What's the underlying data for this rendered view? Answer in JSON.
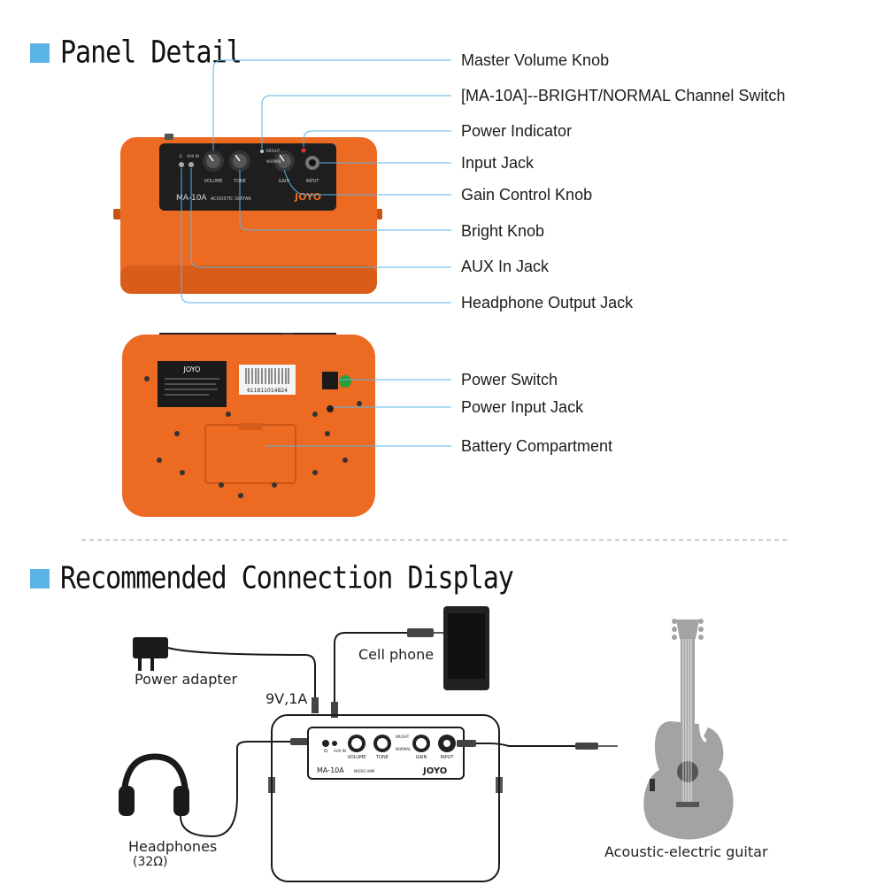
{
  "sections": {
    "panel_title": "Panel Detail",
    "connection_title": "Recommended Connection Display"
  },
  "callouts": {
    "master_volume": "Master Volume Knob",
    "channel_switch": "[MA-10A]--BRIGHT/NORMAL Channel Switch",
    "power_indicator": "Power Indicator",
    "input_jack": "Input Jack",
    "gain_knob": "Gain Control Knob",
    "bright_knob": "Bright Knob",
    "aux_in": "AUX In Jack",
    "headphone_out": "Headphone Output Jack",
    "power_switch": "Power Switch",
    "power_input": "Power Input Jack",
    "battery": "Battery Compartment"
  },
  "amp_front": {
    "model": "MA-10A",
    "model_sub": "ACOUSTIC GUITAR",
    "brand": "JOYO",
    "labels": [
      "VOLUME",
      "TONE",
      "GAIN",
      "INPUT"
    ],
    "switch_labels": [
      "BRIGHT",
      "NORMAL"
    ],
    "left_labels": [
      "Ω",
      "AUX IN"
    ]
  },
  "amp_back": {
    "brand": "JOYO",
    "barcode_number": "611811014824"
  },
  "connection": {
    "power_adapter": "Power adapter",
    "power_spec": "9V,1A",
    "cell_phone": "Cell phone",
    "headphones": "Headphones",
    "headphones_impedance": "(32Ω)",
    "guitar": "Acoustic-electric guitar",
    "amp_model": "MA-10A",
    "amp_sub": "MICRO AMP",
    "amp_brand": "JOYO",
    "amp_labels": [
      "VOLUME",
      "TONE",
      "GAIN",
      "INPUT"
    ],
    "amp_switch_labels": [
      "BRIGHT",
      "NORMAL"
    ],
    "amp_left_labels": [
      "Ω",
      "AUX IN"
    ]
  },
  "colors": {
    "accent": "#5bb4e6",
    "amp_orange": "#ec6a22",
    "amp_dark": "#1e1e1e",
    "guitar_grey": "#a3a3a3"
  }
}
